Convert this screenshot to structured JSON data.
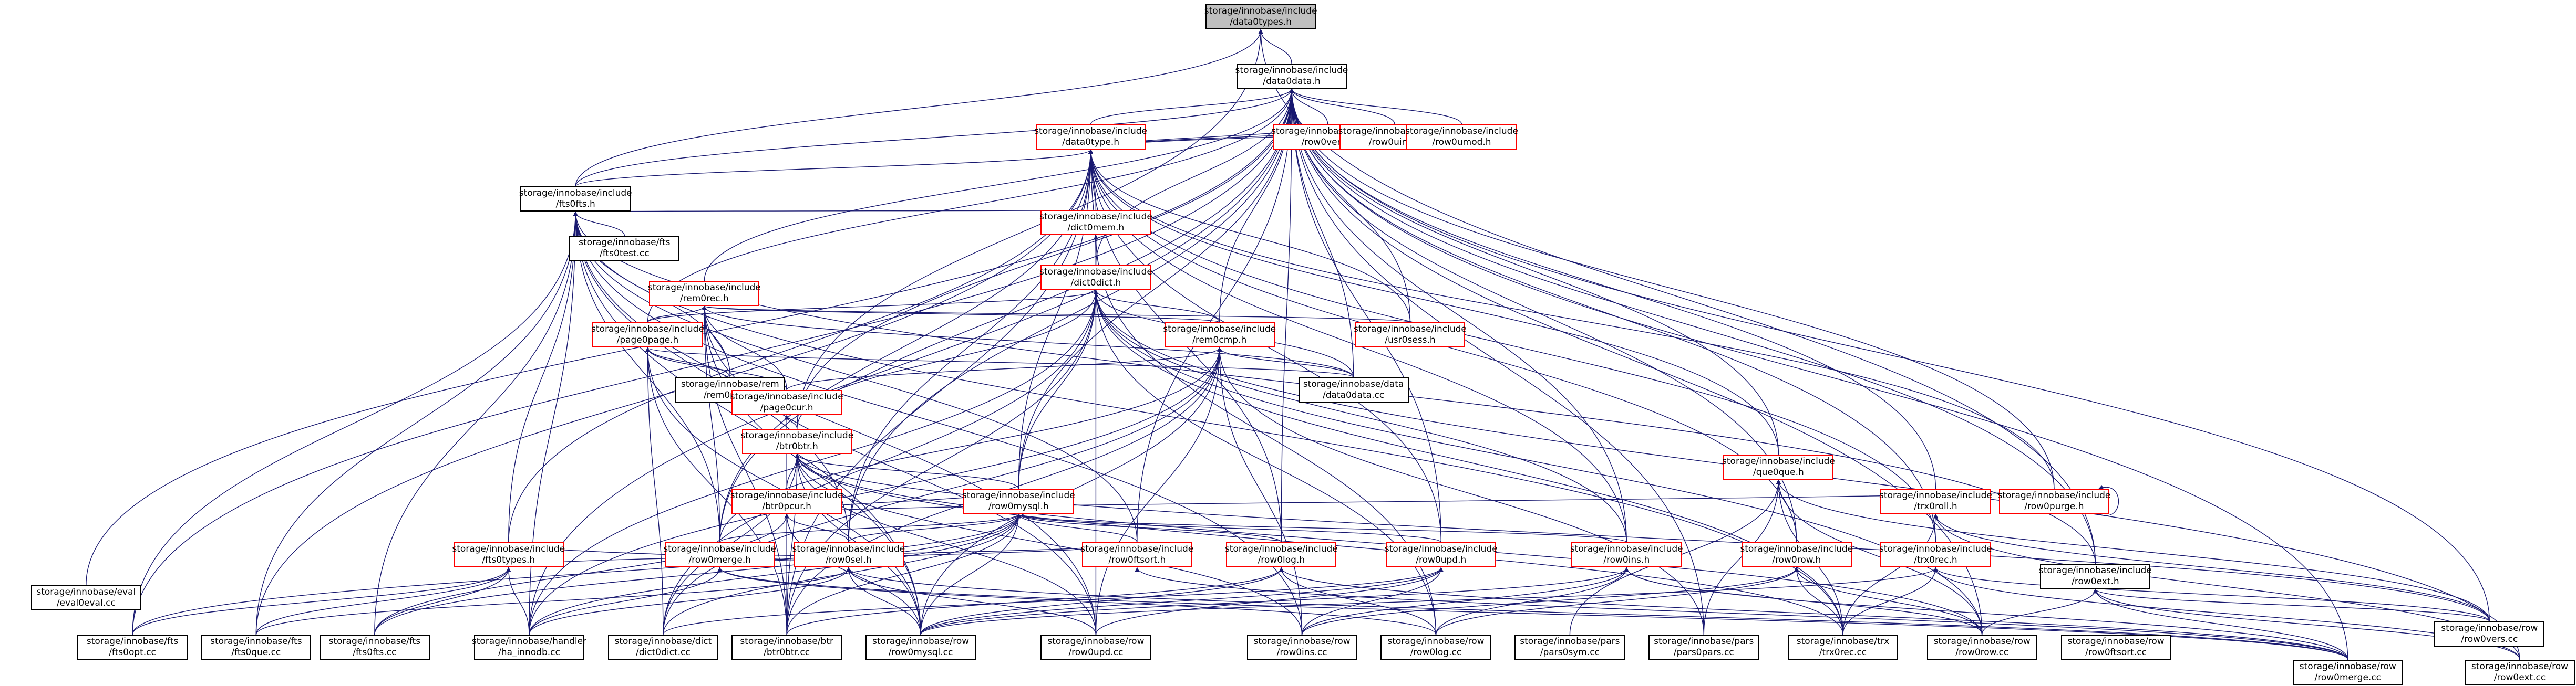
{
  "graph": {
    "edge_color": "#191970",
    "nodes": [
      {
        "id": "data0types",
        "l1": "storage/innobase/include",
        "l2": "/data0types.h",
        "style": "focus"
      },
      {
        "id": "data0data",
        "l1": "storage/innobase/include",
        "l2": "/data0data.h",
        "style": "black"
      },
      {
        "id": "data0type",
        "l1": "storage/innobase/include",
        "l2": "/data0type.h",
        "style": "red"
      },
      {
        "id": "fts0fts",
        "l1": "storage/innobase/include",
        "l2": "/fts0fts.h",
        "style": "black"
      },
      {
        "id": "rem0rec",
        "l1": "storage/innobase/include",
        "l2": "/rem0rec.h",
        "style": "red"
      },
      {
        "id": "row0ext",
        "l1": "storage/innobase/include",
        "l2": "/row0ext.h",
        "style": "black"
      },
      {
        "id": "fts0test",
        "l1": "storage/innobase/fts",
        "l2": "/fts0test.cc",
        "style": "black"
      },
      {
        "id": "dict0mem",
        "l1": "storage/innobase/include",
        "l2": "/dict0mem.h",
        "style": "red"
      },
      {
        "id": "dict0dict",
        "l1": "storage/innobase/include",
        "l2": "/dict0dict.h",
        "style": "red"
      },
      {
        "id": "page0page",
        "l1": "storage/innobase/include",
        "l2": "/page0page.h",
        "style": "red"
      },
      {
        "id": "rem0cmp",
        "l1": "storage/innobase/include",
        "l2": "/rem0cmp.h",
        "style": "red"
      },
      {
        "id": "row0vers",
        "l1": "storage/innobase/include",
        "l2": "/row0vers.h",
        "style": "red"
      },
      {
        "id": "row0uins",
        "l1": "storage/innobase/include",
        "l2": "/row0uins.h",
        "style": "red"
      },
      {
        "id": "row0umod",
        "l1": "storage/innobase/include",
        "l2": "/row0umod.h",
        "style": "red"
      },
      {
        "id": "usr0sess",
        "l1": "storage/innobase/include",
        "l2": "/usr0sess.h",
        "style": "red"
      },
      {
        "id": "rem0rec_cc",
        "l1": "storage/innobase/rem",
        "l2": "/rem0rec.cc",
        "style": "black"
      },
      {
        "id": "data0data_cc",
        "l1": "storage/innobase/data",
        "l2": "/data0data.cc",
        "style": "black"
      },
      {
        "id": "page0cur",
        "l1": "storage/innobase/include",
        "l2": "/page0cur.h",
        "style": "red"
      },
      {
        "id": "btr0btr",
        "l1": "storage/innobase/include",
        "l2": "/btr0btr.h",
        "style": "red"
      },
      {
        "id": "btr0pcur",
        "l1": "storage/innobase/include",
        "l2": "/btr0pcur.h",
        "style": "red"
      },
      {
        "id": "row0mysql",
        "l1": "storage/innobase/include",
        "l2": "/row0mysql.h",
        "style": "red"
      },
      {
        "id": "row0merge",
        "l1": "storage/innobase/include",
        "l2": "/row0merge.h",
        "style": "red"
      },
      {
        "id": "row0sel",
        "l1": "storage/innobase/include",
        "l2": "/row0sel.h",
        "style": "red"
      },
      {
        "id": "fts0types",
        "l1": "storage/innobase/include",
        "l2": "/fts0types.h",
        "style": "red"
      },
      {
        "id": "row0log",
        "l1": "storage/innobase/include",
        "l2": "/row0log.h",
        "style": "red"
      },
      {
        "id": "row0upd",
        "l1": "storage/innobase/include",
        "l2": "/row0upd.h",
        "style": "red"
      },
      {
        "id": "row0ins",
        "l1": "storage/innobase/include",
        "l2": "/row0ins.h",
        "style": "red"
      },
      {
        "id": "row0row",
        "l1": "storage/innobase/include",
        "l2": "/row0row.h",
        "style": "red"
      },
      {
        "id": "trx0rec",
        "l1": "storage/innobase/include",
        "l2": "/trx0rec.h",
        "style": "red"
      },
      {
        "id": "row0purge",
        "l1": "storage/innobase/include",
        "l2": "/row0purge.h",
        "style": "red"
      },
      {
        "id": "que0que",
        "l1": "storage/innobase/include",
        "l2": "/que0que.h",
        "style": "red"
      },
      {
        "id": "trx0roll",
        "l1": "storage/innobase/include",
        "l2": "/trx0roll.h",
        "style": "red"
      },
      {
        "id": "row0ftsort",
        "l1": "storage/innobase/include",
        "l2": "/row0ftsort.h",
        "style": "red"
      },
      {
        "id": "row0vers_cc",
        "l1": "storage/innobase/row",
        "l2": "/row0vers.cc",
        "style": "black"
      },
      {
        "id": "row0ext_cc",
        "l1": "storage/innobase/row",
        "l2": "/row0ext.cc",
        "style": "black"
      },
      {
        "id": "row0merge_cc",
        "l1": "storage/innobase/row",
        "l2": "/row0merge.cc",
        "style": "black"
      },
      {
        "id": "eval0eval",
        "l1": "storage/innobase/eval",
        "l2": "/eval0eval.cc",
        "style": "black"
      },
      {
        "id": "fts0opt",
        "l1": "storage/innobase/fts",
        "l2": "/fts0opt.cc",
        "style": "black"
      },
      {
        "id": "fts0que",
        "l1": "storage/innobase/fts",
        "l2": "/fts0que.cc",
        "style": "black"
      },
      {
        "id": "fts0fts_cc",
        "l1": "storage/innobase/fts",
        "l2": "/fts0fts.cc",
        "style": "black"
      },
      {
        "id": "ha_innodb",
        "l1": "storage/innobase/handler",
        "l2": "/ha_innodb.cc",
        "style": "black"
      },
      {
        "id": "dict0dict_cc",
        "l1": "storage/innobase/dict",
        "l2": "/dict0dict.cc",
        "style": "black"
      },
      {
        "id": "btr0btr_cc",
        "l1": "storage/innobase/btr",
        "l2": "/btr0btr.cc",
        "style": "black"
      },
      {
        "id": "row0mysql_cc",
        "l1": "storage/innobase/row",
        "l2": "/row0mysql.cc",
        "style": "black"
      },
      {
        "id": "row0upd_cc",
        "l1": "storage/innobase/row",
        "l2": "/row0upd.cc",
        "style": "black"
      },
      {
        "id": "row0ins_cc",
        "l1": "storage/innobase/row",
        "l2": "/row0ins.cc",
        "style": "black"
      },
      {
        "id": "row0log_cc",
        "l1": "storage/innobase/row",
        "l2": "/row0log.cc",
        "style": "black"
      },
      {
        "id": "pars0sym",
        "l1": "storage/innobase/pars",
        "l2": "/pars0sym.cc",
        "style": "black"
      },
      {
        "id": "pars0pars",
        "l1": "storage/innobase/pars",
        "l2": "/pars0pars.cc",
        "style": "black"
      },
      {
        "id": "trx0rec_cc",
        "l1": "storage/innobase/trx",
        "l2": "/trx0rec.cc",
        "style": "black"
      },
      {
        "id": "row0row_cc",
        "l1": "storage/innobase/row",
        "l2": "/row0row.cc",
        "style": "black"
      },
      {
        "id": "row0ftsort_cc",
        "l1": "storage/innobase/row",
        "l2": "/row0ftsort.cc",
        "style": "black"
      }
    ],
    "edges": [
      [
        "data0data",
        "data0types"
      ],
      [
        "fts0fts",
        "data0types"
      ],
      [
        "btr0btr",
        "data0types"
      ],
      [
        "row0ext",
        "data0types"
      ],
      [
        "data0type",
        "data0data"
      ],
      [
        "fts0fts",
        "data0data"
      ],
      [
        "rem0rec",
        "data0data"
      ],
      [
        "dict0dict",
        "data0data"
      ],
      [
        "page0page",
        "data0data"
      ],
      [
        "rem0cmp",
        "data0data"
      ],
      [
        "row0vers",
        "data0data"
      ],
      [
        "row0uins",
        "data0data"
      ],
      [
        "row0umod",
        "data0data"
      ],
      [
        "usr0sess",
        "data0data"
      ],
      [
        "data0data_cc",
        "data0data"
      ],
      [
        "btr0btr",
        "data0data"
      ],
      [
        "row0mysql",
        "data0data"
      ],
      [
        "row0merge",
        "data0data"
      ],
      [
        "row0sel",
        "data0data"
      ],
      [
        "row0ins",
        "data0data"
      ],
      [
        "row0row",
        "data0data"
      ],
      [
        "row0purge",
        "data0data"
      ],
      [
        "que0que",
        "data0data"
      ],
      [
        "trx0rec",
        "data0data"
      ],
      [
        "trx0roll",
        "data0data"
      ],
      [
        "row0log",
        "data0data"
      ],
      [
        "row0upd",
        "data0data"
      ],
      [
        "eval0eval",
        "data0data"
      ],
      [
        "fts0opt",
        "data0data"
      ],
      [
        "ha_innodb",
        "data0data"
      ],
      [
        "row0ftsort",
        "data0data"
      ],
      [
        "row0ext",
        "data0data"
      ],
      [
        "row0vers_cc",
        "data0data"
      ],
      [
        "row0merge_cc",
        "data0data"
      ],
      [
        "pars0pars",
        "data0data"
      ],
      [
        "row0row_cc",
        "data0data"
      ],
      [
        "fts0fts",
        "data0type"
      ],
      [
        "dict0mem",
        "data0type"
      ],
      [
        "row0vers",
        "data0type"
      ],
      [
        "row0uins",
        "data0type"
      ],
      [
        "row0umod",
        "data0type"
      ],
      [
        "usr0sess",
        "data0type"
      ],
      [
        "que0que",
        "data0type"
      ],
      [
        "trx0rec",
        "data0type"
      ],
      [
        "row0ins",
        "data0type"
      ],
      [
        "row0purge",
        "data0type"
      ],
      [
        "row0log",
        "data0type"
      ],
      [
        "row0upd",
        "data0type"
      ],
      [
        "btr0btr_cc",
        "data0type"
      ],
      [
        "row0merge",
        "data0type"
      ],
      [
        "fts0types",
        "data0type"
      ],
      [
        "row0mysql",
        "data0type"
      ],
      [
        "row0sel",
        "data0type"
      ],
      [
        "row0row",
        "data0type"
      ],
      [
        "fts0que",
        "data0type"
      ],
      [
        "dict0dict",
        "data0type"
      ],
      [
        "fts0test",
        "fts0fts"
      ],
      [
        "dict0mem",
        "fts0fts"
      ],
      [
        "fts0types",
        "fts0fts"
      ],
      [
        "row0merge",
        "fts0fts"
      ],
      [
        "row0sel",
        "fts0fts"
      ],
      [
        "fts0opt",
        "fts0fts"
      ],
      [
        "fts0que",
        "fts0fts"
      ],
      [
        "fts0fts_cc",
        "fts0fts"
      ],
      [
        "ha_innodb",
        "fts0fts"
      ],
      [
        "row0ftsort",
        "fts0fts"
      ],
      [
        "rem0rec_cc",
        "fts0fts"
      ],
      [
        "row0ext",
        "fts0fts"
      ],
      [
        "row0mysql_cc",
        "fts0fts"
      ],
      [
        "row0upd_cc",
        "fts0fts"
      ],
      [
        "row0ins_cc",
        "fts0fts"
      ],
      [
        "trx0rec_cc",
        "fts0fts"
      ],
      [
        "dict0dict",
        "dict0mem"
      ],
      [
        "row0log_cc",
        "dict0mem"
      ],
      [
        "page0page",
        "rem0rec"
      ],
      [
        "rem0cmp",
        "rem0rec"
      ],
      [
        "usr0sess",
        "rem0rec"
      ],
      [
        "rem0rec_cc",
        "rem0rec"
      ],
      [
        "data0data_cc",
        "rem0rec"
      ],
      [
        "page0cur",
        "rem0rec"
      ],
      [
        "btr0btr_cc",
        "rem0rec"
      ],
      [
        "row0mysql_cc",
        "rem0rec"
      ],
      [
        "row0upd_cc",
        "rem0rec"
      ],
      [
        "row0merge",
        "rem0rec"
      ],
      [
        "rem0cmp",
        "dict0dict"
      ],
      [
        "page0page",
        "dict0dict"
      ],
      [
        "btr0btr",
        "dict0dict"
      ],
      [
        "data0data_cc",
        "dict0dict"
      ],
      [
        "dict0dict_cc",
        "dict0dict"
      ],
      [
        "btr0btr_cc",
        "dict0dict"
      ],
      [
        "row0mysql",
        "dict0dict"
      ],
      [
        "row0ins",
        "dict0dict"
      ],
      [
        "row0log_cc",
        "dict0dict"
      ],
      [
        "trx0rec_cc",
        "dict0dict"
      ],
      [
        "row0row_cc",
        "dict0dict"
      ],
      [
        "ha_innodb",
        "dict0dict"
      ],
      [
        "row0upd_cc",
        "dict0dict"
      ],
      [
        "row0ext_cc",
        "dict0dict"
      ],
      [
        "page0cur",
        "page0page"
      ],
      [
        "rem0rec_cc",
        "page0page"
      ],
      [
        "data0data_cc",
        "page0page"
      ],
      [
        "btr0btr_cc",
        "page0page"
      ],
      [
        "dict0dict_cc",
        "page0page"
      ],
      [
        "row0mysql_cc",
        "page0page"
      ],
      [
        "data0data_cc",
        "rem0cmp"
      ],
      [
        "page0cur",
        "rem0cmp"
      ],
      [
        "btr0btr_cc",
        "rem0cmp"
      ],
      [
        "row0mysql_cc",
        "rem0cmp"
      ],
      [
        "row0upd_cc",
        "rem0cmp"
      ],
      [
        "row0ins_cc",
        "rem0cmp"
      ],
      [
        "pars0pars",
        "rem0cmp"
      ],
      [
        "row0merge",
        "rem0cmp"
      ],
      [
        "ha_innodb",
        "rem0cmp"
      ],
      [
        "dict0dict_cc",
        "rem0cmp"
      ],
      [
        "btr0btr",
        "page0cur"
      ],
      [
        "btr0pcur",
        "page0cur"
      ],
      [
        "btr0btr_cc",
        "page0cur"
      ],
      [
        "btr0pcur",
        "btr0btr"
      ],
      [
        "row0mysql",
        "btr0btr"
      ],
      [
        "dict0dict_cc",
        "btr0btr"
      ],
      [
        "btr0btr_cc",
        "btr0btr"
      ],
      [
        "row0mysql_cc",
        "btr0btr"
      ],
      [
        "row0upd_cc",
        "btr0btr"
      ],
      [
        "row0ins_cc",
        "btr0btr"
      ],
      [
        "row0row_cc",
        "btr0btr"
      ],
      [
        "trx0rec_cc",
        "btr0btr"
      ],
      [
        "row0vers_cc",
        "btr0btr"
      ],
      [
        "row0mysql",
        "btr0pcur"
      ],
      [
        "row0sel",
        "btr0pcur"
      ],
      [
        "fts0fts_cc",
        "btr0pcur"
      ],
      [
        "btr0btr_cc",
        "btr0pcur"
      ],
      [
        "row0mysql_cc",
        "btr0pcur"
      ],
      [
        "row0purge",
        "btr0pcur"
      ],
      [
        "row0merge",
        "row0mysql"
      ],
      [
        "row0sel",
        "row0mysql"
      ],
      [
        "ha_innodb",
        "row0mysql"
      ],
      [
        "fts0opt",
        "row0mysql"
      ],
      [
        "fts0fts_cc",
        "row0mysql"
      ],
      [
        "dict0dict_cc",
        "row0mysql"
      ],
      [
        "btr0btr_cc",
        "row0mysql"
      ],
      [
        "row0mysql_cc",
        "row0mysql"
      ],
      [
        "row0log",
        "row0mysql"
      ],
      [
        "row0upd",
        "row0mysql"
      ],
      [
        "row0ins",
        "row0mysql"
      ],
      [
        "row0ftsort",
        "row0mysql"
      ],
      [
        "row0ftsort",
        "row0merge"
      ],
      [
        "ha_innodb",
        "row0merge"
      ],
      [
        "row0merge_cc",
        "row0merge"
      ],
      [
        "row0log_cc",
        "row0merge"
      ],
      [
        "fts0types",
        "row0sel"
      ],
      [
        "fts0que",
        "row0sel"
      ],
      [
        "ha_innodb",
        "row0sel"
      ],
      [
        "row0mysql_cc",
        "row0sel"
      ],
      [
        "row0upd_cc",
        "row0sel"
      ],
      [
        "row0merge_cc",
        "row0sel"
      ],
      [
        "row0ftsort",
        "fts0types"
      ],
      [
        "fts0opt",
        "fts0types"
      ],
      [
        "fts0que",
        "fts0types"
      ],
      [
        "fts0fts_cc",
        "fts0types"
      ],
      [
        "ha_innodb",
        "fts0types"
      ],
      [
        "btr0btr_cc",
        "row0log"
      ],
      [
        "row0mysql_cc",
        "row0log"
      ],
      [
        "row0log_cc",
        "row0log"
      ],
      [
        "row0merge_cc",
        "row0log"
      ],
      [
        "row0mysql_cc",
        "row0upd"
      ],
      [
        "row0upd_cc",
        "row0upd"
      ],
      [
        "row0ins_cc",
        "row0upd"
      ],
      [
        "dict0dict_cc",
        "row0upd"
      ],
      [
        "row0mysql_cc",
        "row0ins"
      ],
      [
        "row0ins_cc",
        "row0ins"
      ],
      [
        "row0log_cc",
        "row0ins"
      ],
      [
        "row0merge_cc",
        "row0ins"
      ],
      [
        "row0row_cc",
        "row0ins"
      ],
      [
        "row0ins_cc",
        "row0row"
      ],
      [
        "row0log_cc",
        "row0row"
      ],
      [
        "row0row_cc",
        "row0row"
      ],
      [
        "trx0rec_cc",
        "row0row"
      ],
      [
        "row0mysql_cc",
        "trx0rec"
      ],
      [
        "trx0rec_cc",
        "trx0rec"
      ],
      [
        "row0vers_cc",
        "trx0rec"
      ],
      [
        "row0ext_cc",
        "trx0rec"
      ],
      [
        "row0purge",
        "row0purge"
      ],
      [
        "pars0sym",
        "que0que"
      ],
      [
        "pars0pars",
        "que0que"
      ],
      [
        "trx0rec_cc",
        "que0que"
      ],
      [
        "row0row_cc",
        "que0que"
      ],
      [
        "row0vers_cc",
        "que0que"
      ],
      [
        "trx0rec_cc",
        "trx0roll"
      ],
      [
        "row0ext_cc",
        "trx0roll"
      ],
      [
        "row0vers_cc",
        "trx0roll"
      ],
      [
        "row0merge_cc",
        "row0ftsort"
      ],
      [
        "row0vers_cc",
        "row0ext"
      ],
      [
        "row0ext_cc",
        "row0ext"
      ],
      [
        "row0merge_cc",
        "row0ext"
      ],
      [
        "row0row_cc",
        "row0ext"
      ]
    ]
  }
}
